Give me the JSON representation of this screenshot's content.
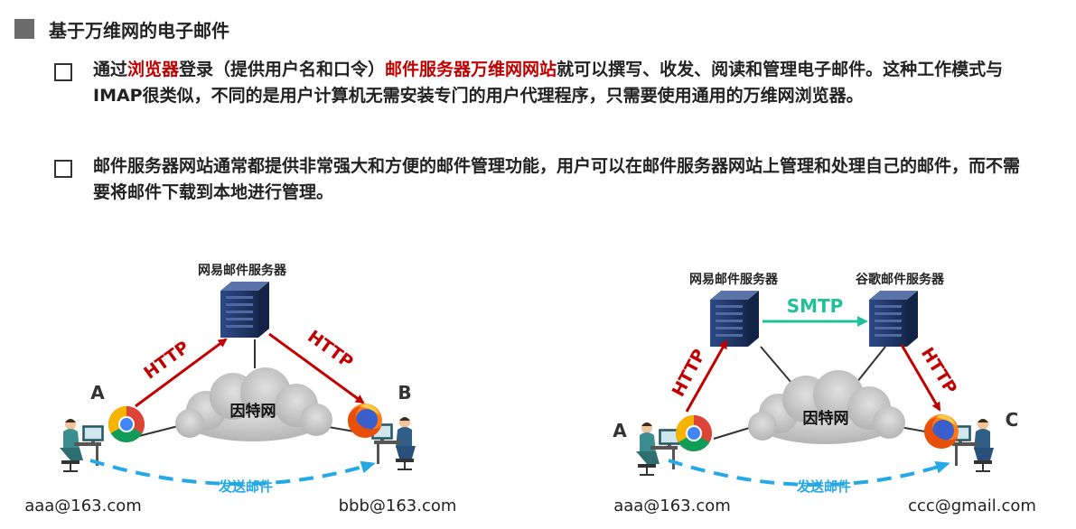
{
  "heading": "基于万维网的电子邮件",
  "bullets": [
    {
      "seg1": "通过",
      "hl1": "浏览器",
      "seg2": "登录（提供用户名和口令）",
      "hl2": "邮件服务器万维网网站",
      "seg3": "就可以撰写、收发、阅读和管理电子邮件。这种工作模式与IMAP很类似，不同的是用户计算机无需安装专门的用户代理程序，只需要使用通用的万维网浏览器。"
    },
    {
      "seg1": "邮件服务器网站通常都提供非常强大和方便的邮件管理功能，用户可以在邮件服务器网站上管理和处理自己的邮件，而不需要将邮件下载到本地进行管理。"
    }
  ],
  "left_diagram": {
    "server_label": "网易邮件服务器",
    "internet_label": "因特网",
    "protocol_up": "HTTP",
    "protocol_down": "HTTP",
    "node_a": "A",
    "node_b": "B",
    "send_label": "发送邮件",
    "email_a": "aaa@163.com",
    "email_b": "bbb@163.com"
  },
  "right_diagram": {
    "server1_label": "网易邮件服务器",
    "server2_label": "谷歌邮件服务器",
    "smtp_label": "SMTP",
    "internet_label": "因特网",
    "protocol_up": "HTTP",
    "protocol_down": "HTTP",
    "node_a": "A",
    "node_c": "C",
    "send_label": "发送邮件",
    "email_a": "aaa@163.com",
    "email_c": "ccc@gmail.com"
  },
  "colors": {
    "highlight": "#c00000",
    "http_arrow": "#c00000",
    "smtp_arrow": "#20c09a",
    "dashed_arrow": "#25a9e6",
    "cloud": "#c8c8c8",
    "server": "#1f3566"
  },
  "icons": [
    "chrome-icon",
    "firefox-icon",
    "server-icon",
    "cloud-icon",
    "user-at-computer-icon"
  ]
}
